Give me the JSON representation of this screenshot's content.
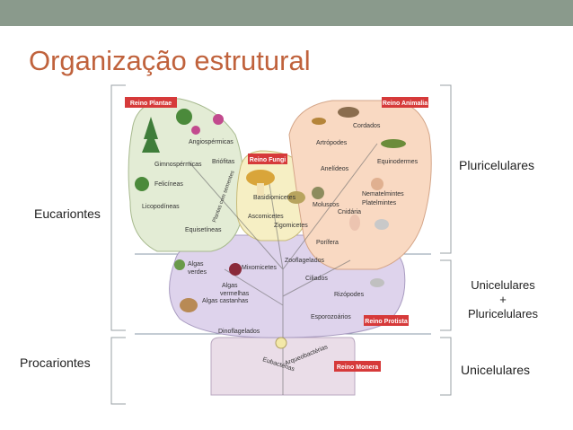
{
  "slide": {
    "title": "Organização estrutural",
    "colors": {
      "title": "#c0623c",
      "topbar": "#8a9a8c",
      "kingdom_badge": "#d63a3a"
    }
  },
  "left_labels": {
    "eucariontes": "Eucariontes",
    "procariontes": "Procariontes"
  },
  "right_labels": {
    "pluricelulares": "Pluricelulares",
    "mixed_line1": "Unicelulares",
    "mixed_plus": "+",
    "mixed_line2": "Pluricelulares",
    "unicelulares": "Unicelulares"
  },
  "kingdoms": {
    "plantae": "Reino Plantae",
    "fungi": "Reino Fungi",
    "animalia": "Reino Animalia",
    "protista": "Reino Protista",
    "monera": "Reino Monera"
  },
  "plantae_groups": {
    "angiospermicas": "Angiospérmicas",
    "gimnospermicas": "Gimnospérmicas",
    "briofitas": "Briófitas",
    "plantas_sementes": "Plantas com sementes",
    "felicineas": "Felicíneas",
    "licopodineas": "Licopodíneas",
    "equisetineas": "Equisetíneas"
  },
  "fungi_groups": {
    "basidiomicetes": "Basidiomicetes",
    "ascomicetes": "Ascomicetes",
    "zigomicetes": "Zigomicetes"
  },
  "animalia_groups": {
    "cordados": "Cordados",
    "artropodes": "Artrópodes",
    "equinodermes": "Equinodermes",
    "anelideos": "Anelídeos",
    "moluscos": "Moluscos",
    "nematelmintes": "Nematelmintes",
    "platelmintes": "Platelmintes",
    "cnidaria": "Cnidária",
    "porifera": "Porífera"
  },
  "protista_groups": {
    "algas_verdes_1": "Algas",
    "algas_verdes_2": "verdes",
    "mixomicetes": "Mixomicetes",
    "zooflagelados": "Zooflagelados",
    "algas_vermelhas_1": "Algas",
    "algas_vermelhas_2": "vermelhas",
    "ciliados": "Ciliados",
    "algas_castanhas": "Algas castanhas",
    "rizopodes": "Rizópodes",
    "esporozoarios": "Esporozoários",
    "dinoflagelados": "Dinoflagelados"
  },
  "monera_groups": {
    "eubacterias": "Eubactérias",
    "arqueobacterias": "Arqueobactérias"
  }
}
